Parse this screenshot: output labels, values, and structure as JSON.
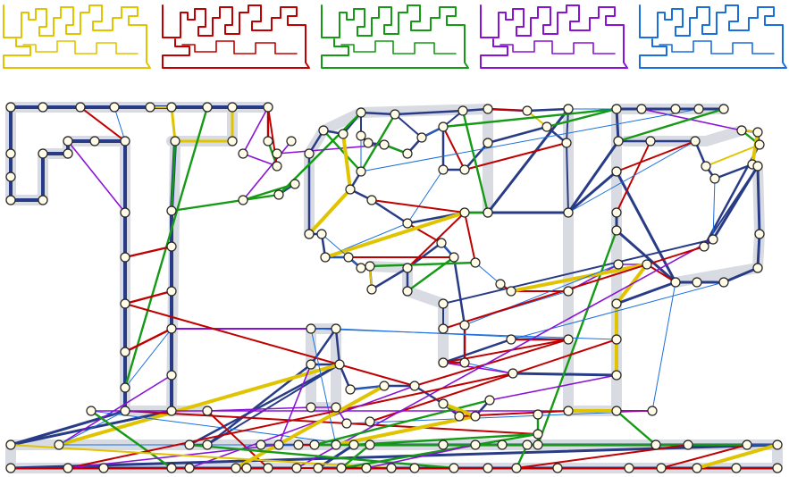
{
  "colors": {
    "background": "#ffffff",
    "yellow": "#e0c400",
    "red": "#c00000",
    "green": "#159a16",
    "purple": "#8a12d6",
    "blue": "#1a6fe0",
    "navy": "#283b86",
    "halo": "#d8dbe2",
    "node_fill": "#fffbe6",
    "node_stroke": "#222222"
  },
  "thumbnails": [
    {
      "name": "thumb-yellow",
      "color": "yellow"
    },
    {
      "name": "thumb-red",
      "color": "red"
    },
    {
      "name": "thumb-green",
      "color": "green"
    },
    {
      "name": "thumb-purple",
      "color": "purple"
    },
    {
      "name": "thumb-blue",
      "color": "blue"
    }
  ]
}
